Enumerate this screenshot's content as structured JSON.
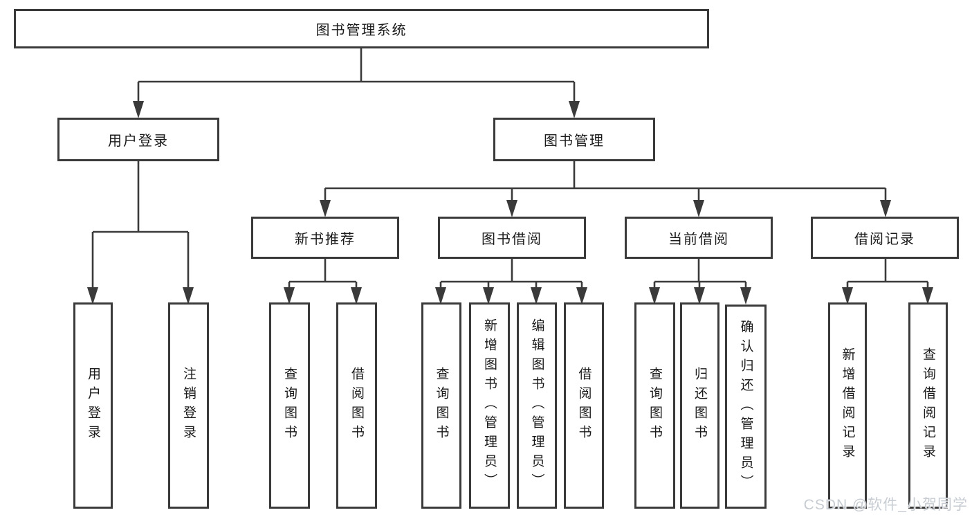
{
  "diagram": {
    "root": {
      "label": "图书管理系统"
    },
    "branches": {
      "user_login": {
        "label": "用户登录"
      },
      "book_management": {
        "label": "图书管理"
      }
    },
    "modules": {
      "new_book_recommend": {
        "label": "新书推荐"
      },
      "book_borrowing": {
        "label": "图书借阅"
      },
      "current_borrowing": {
        "label": "当前借阅"
      },
      "borrowing_records": {
        "label": "借阅记录"
      }
    },
    "functions": {
      "login": {
        "label": "用户登录"
      },
      "logout": {
        "label": "注销登录"
      },
      "recommend_query_books": {
        "label": "查询图书"
      },
      "recommend_borrow_books": {
        "label": "借阅图书"
      },
      "borrowing_query_books": {
        "label": "查询图书"
      },
      "borrowing_add_books": {
        "label": "新增图书（管理员）"
      },
      "borrowing_edit_books": {
        "label": "编辑图书（管理员）"
      },
      "borrowing_borrow_books": {
        "label": "借阅图书"
      },
      "current_query_books": {
        "label": "查询图书"
      },
      "current_return_books": {
        "label": "归还图书"
      },
      "current_confirm_return": {
        "label": "确认归还（管理员）"
      },
      "records_add_record": {
        "label": "新增借阅记录"
      },
      "records_query_record": {
        "label": "查询借阅记录"
      }
    }
  },
  "watermark": {
    "text": "CSDN @软件_小贺同学"
  },
  "colors": {
    "line": "#3a3a3a",
    "text": "#1a1a1a",
    "background": "#ffffff",
    "watermark": "#c7ccd2"
  }
}
